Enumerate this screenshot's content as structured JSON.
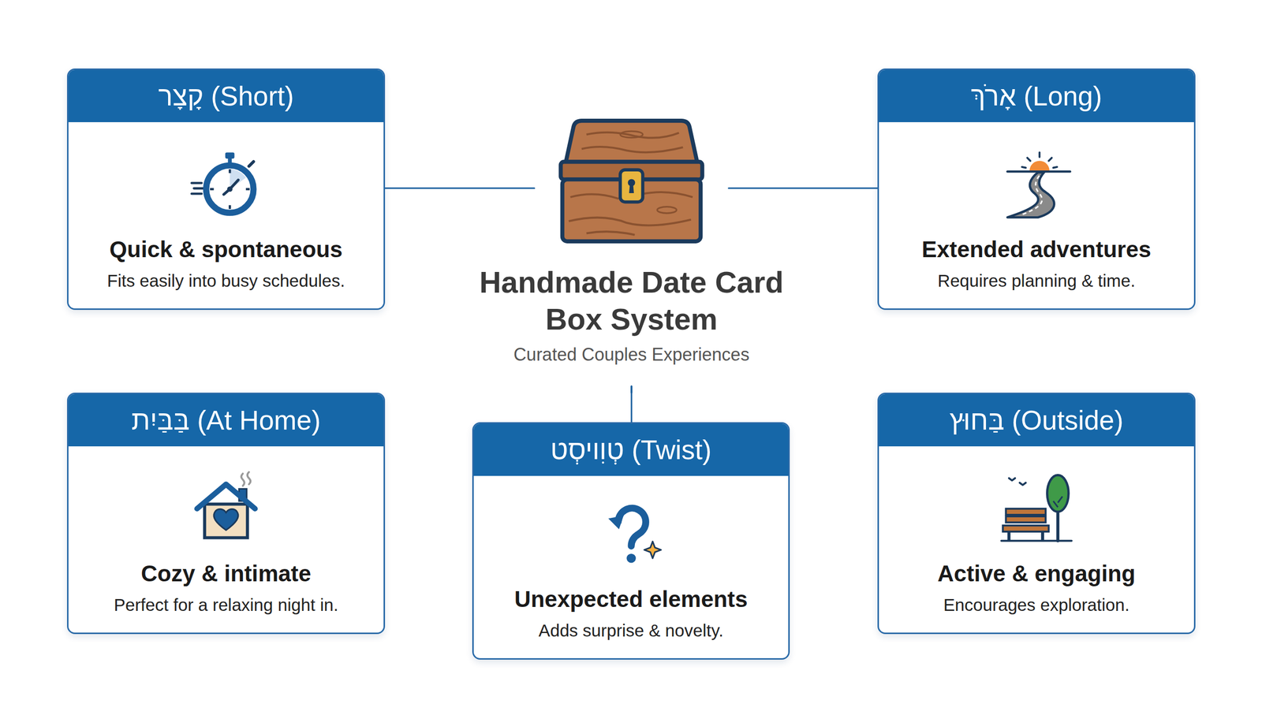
{
  "diagram": {
    "nodes": [
      {
        "text": [
          "קָצָר (Short)",
          "Quick & spontaneous",
          "Fits easily into busy schedules."
        ]
      },
      {
        "text": [
          "Handmade Date Card Box System",
          "Curated Couples Experiences"
        ]
      },
      {
        "text": [
          "אָרֹךְ (Long)",
          "Extended adventures",
          "Requires planning & time."
        ]
      },
      {
        "text": [
          "בַּבַּיִת (At Home)",
          "Cozy & intimate",
          "Perfect for a relaxing night in."
        ]
      },
      {
        "text": [
          "טְוִויסְט (Twist)",
          "Unexpected elements",
          "Adds surprise & novelty."
        ]
      },
      {
        "text": [
          "בַּחוּץ (Outside)",
          "Active & engaging",
          "Encourages exploration."
        ]
      }
    ],
    "edges": [
      {
        "from": 1,
        "to": 0,
        "arrow": "none"
      },
      {
        "from": 1,
        "to": 2,
        "arrow": "none"
      },
      {
        "from": 1,
        "to": 3,
        "arrow": "none"
      },
      {
        "from": 1,
        "to": 4,
        "arrow": "none"
      },
      {
        "from": 1,
        "to": 5,
        "arrow": "none"
      }
    ]
  }
}
